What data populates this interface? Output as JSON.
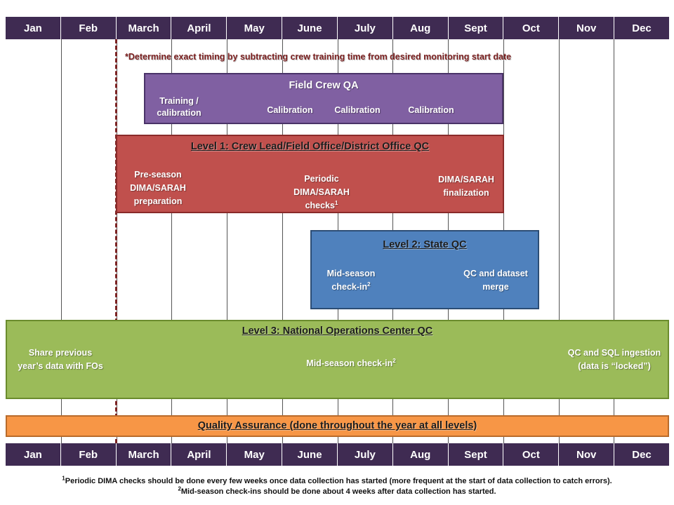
{
  "months": [
    "Jan",
    "Feb",
    "March",
    "April",
    "May",
    "June",
    "July",
    "Aug",
    "Sept",
    "Oct",
    "Nov",
    "Dec"
  ],
  "note_top": "*Determine exact timing by subtracting crew training time from desired monitoring start date",
  "field_crew_qa": {
    "title": "Field Crew QA",
    "training": "Training / calibration",
    "calibration_1": "Calibration",
    "calibration_2": "Calibration",
    "calibration_3": "Calibration"
  },
  "level1": {
    "title": "Level 1: Crew Lead/Field Office/District Office QC",
    "preseason": "Pre-season DIMA/SARAH preparation",
    "periodic": "Periodic DIMA/SARAH checks",
    "periodic_sup": "1",
    "finalization": "DIMA/SARAH finalization"
  },
  "level2": {
    "title": "Level 2: State QC",
    "midseason": "Mid-season check-in",
    "midseason_sup": "2",
    "merge": "QC and dataset merge"
  },
  "level3": {
    "title": "Level 3: National Operations Center QC",
    "share": "Share previous year’s data with FOs",
    "midseason": "Mid-season check-in",
    "midseason_sup": "2",
    "ingest_1": "QC and SQL ingestion",
    "ingest_2": "(data is “locked”)"
  },
  "qa_bar": {
    "title": "Quality Assurance (done throughout the year at all levels)"
  },
  "footnotes": {
    "f1_sup": "1",
    "f1": "Periodic DIMA checks should be done every few weeks once data collection has started (more frequent at the start of data collection to catch errors).",
    "f2_sup": "2",
    "f2": "Mid-season check-ins should be done about 4 weeks after data collection has started."
  },
  "colors": {
    "header": "#3f2b52",
    "field_crew_qa": "#8060a2",
    "level1": "#c0504d",
    "level2": "#4f81bd",
    "level3": "#9bbb59",
    "qa": "#f79646",
    "dashed_line": "#7b2323"
  }
}
